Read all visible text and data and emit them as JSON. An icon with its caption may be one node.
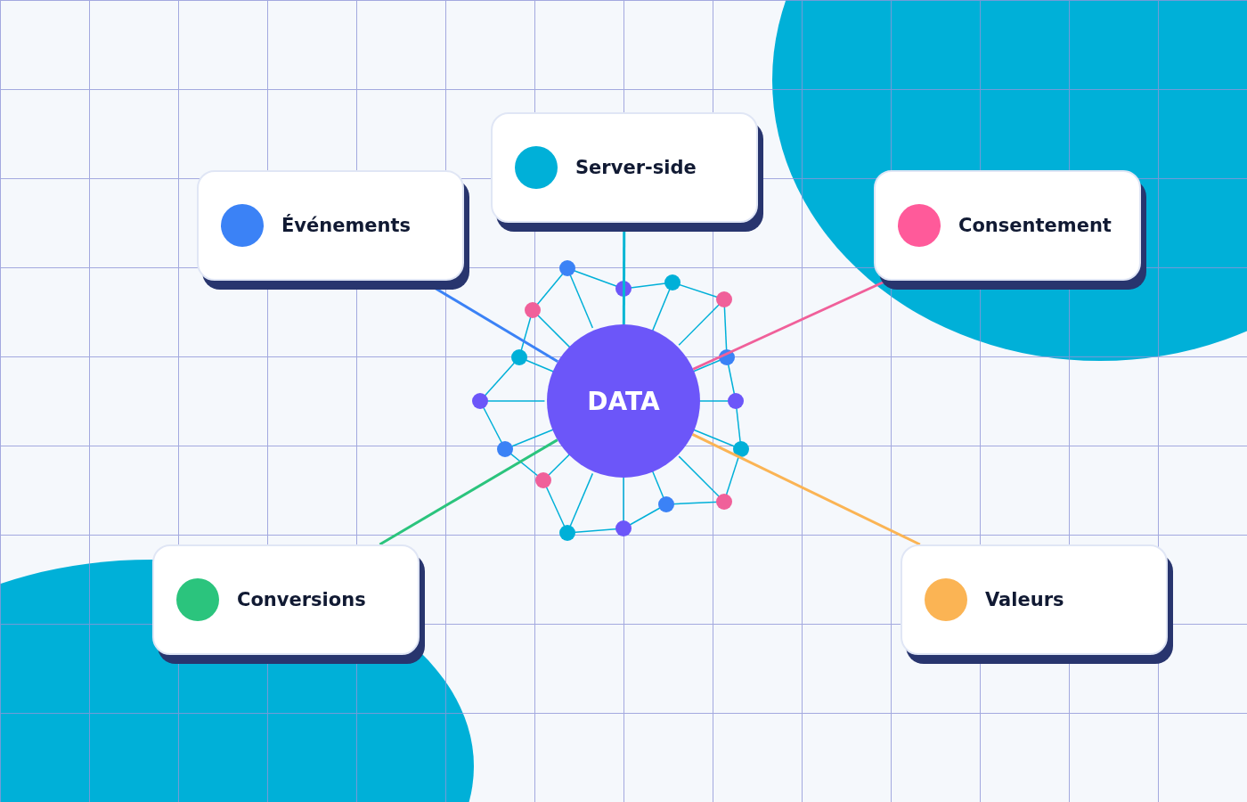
{
  "diagram": {
    "nodes": [
      {
        "text": [
          "DATA"
        ]
      },
      {
        "text": [
          "Server-side"
        ]
      },
      {
        "text": [
          "Événements"
        ]
      },
      {
        "text": [
          "Consentement"
        ]
      },
      {
        "text": [
          "Conversions"
        ]
      },
      {
        "text": [
          "Valeurs"
        ]
      }
    ],
    "edges": [
      {
        "from": 0,
        "to": 1,
        "arrow": "none",
        "color": "#06b6d4"
      },
      {
        "from": 0,
        "to": 2,
        "arrow": "none",
        "color": "#3b82f6"
      },
      {
        "from": 0,
        "to": 3,
        "arrow": "none",
        "color": "#f0609a"
      },
      {
        "from": 0,
        "to": 4,
        "arrow": "none",
        "color": "#2bc47d"
      },
      {
        "from": 0,
        "to": 5,
        "arrow": "none",
        "color": "#fbb454"
      }
    ]
  }
}
